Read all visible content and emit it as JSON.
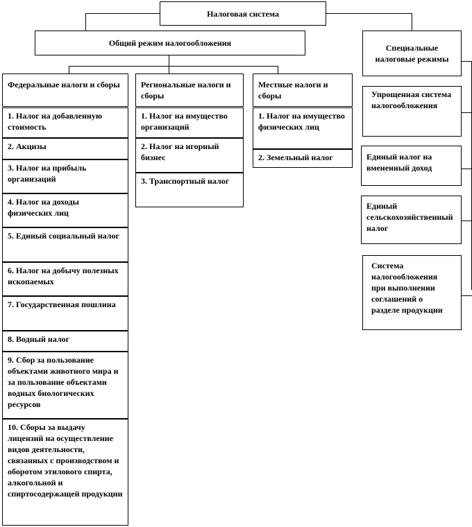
{
  "root": "Налоговая система",
  "general": "Общий режим налогообложения",
  "special": {
    "title": "Специальные налоговые режимы",
    "items": [
      "Упрощенная система налогообложения",
      "Единый налог на вмененный доход",
      "Единый сельскохозяйственный налог",
      "Система налогообложения при выполнении соглашений о разделе продукции"
    ]
  },
  "federal": {
    "title": "Федеральные налоги и сборы",
    "items": [
      "1. Налог на добавленную стоимость",
      "2. Акцизы",
      "3. Налог на прибыль организаций",
      "4. Налог на доходы физических лиц",
      "5. Единый социальный налог",
      "6. Налог на добычу полезных ископаемых",
      "7. Государственная пошлина",
      "8. Водный налог",
      "9. Сбор за пользование объектами животного мира и за пользование объектами водных биологических ресурсов",
      "10. Сборы за выдачу лицензий на осуществление видов деятельности, связанных с производством и оборотом этилового спирта, алкогольной и спиртосодержащей продукции"
    ]
  },
  "regional": {
    "title": "Региональные налоги и сборы",
    "items": [
      "1. Налог на имущество организаций",
      "2. Налог на игорный бизнес",
      "3. Транспортный налог"
    ]
  },
  "local": {
    "title": "Местные налоги и сборы",
    "items": [
      "1. Налог на имущество физических лиц",
      "2. Земельный налог"
    ]
  }
}
